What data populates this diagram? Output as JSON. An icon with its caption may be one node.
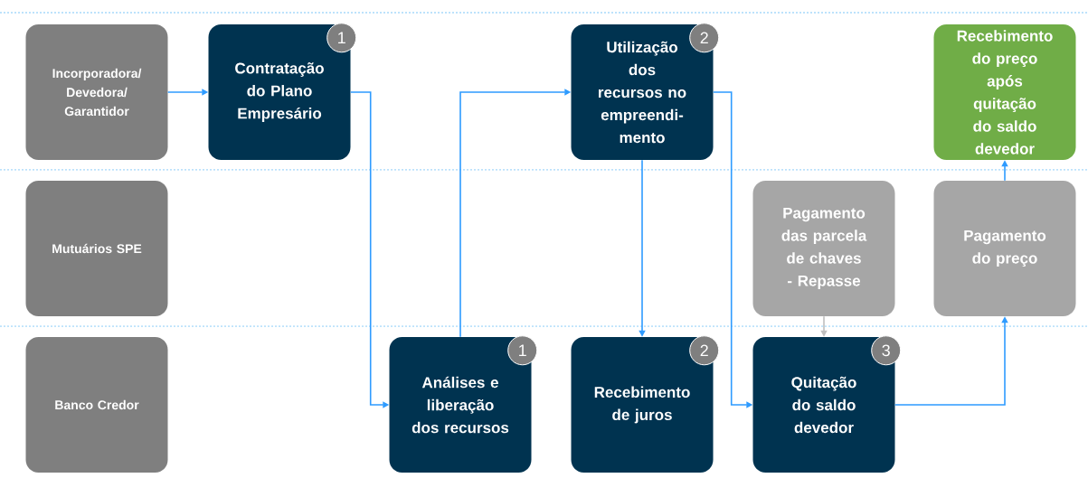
{
  "diagram": {
    "nodes": [
      {
        "text": [
          "Incorporadora/ Devedora/ Garantidor"
        ]
      },
      {
        "text": [
          "Mutuários SPE"
        ]
      },
      {
        "text": [
          "Banco Credor"
        ]
      },
      {
        "text": [
          "Contratação do Plano Empresário",
          "1"
        ]
      },
      {
        "text": [
          "Utilização dos recursos no empreendi- mento",
          "2"
        ]
      },
      {
        "text": [
          "Recebimento do preço após quitação do saldo devedor"
        ]
      },
      {
        "text": [
          "Pagamento das parcela de chaves - Repasse"
        ]
      },
      {
        "text": [
          "Pagamento do preço"
        ]
      },
      {
        "text": [
          "Análises e liberação dos recursos",
          "1"
        ]
      },
      {
        "text": [
          "Recebimento de juros",
          "2"
        ]
      },
      {
        "text": [
          "Quitação do saldo devedor",
          "3"
        ]
      }
    ],
    "edges": [
      {
        "from": 0,
        "to": 3,
        "arrow": "to"
      },
      {
        "from": 3,
        "to": 8,
        "arrow": "to"
      },
      {
        "from": 8,
        "to": 4,
        "arrow": "to"
      },
      {
        "from": 4,
        "to": 9,
        "arrow": "to"
      },
      {
        "from": 4,
        "to": 10,
        "arrow": "to"
      },
      {
        "from": 6,
        "to": 10,
        "arrow": "to",
        "color": "#bfbfbf"
      },
      {
        "from": 10,
        "to": 7,
        "arrow": "to"
      },
      {
        "from": 7,
        "to": 5,
        "arrow": "to"
      }
    ]
  }
}
